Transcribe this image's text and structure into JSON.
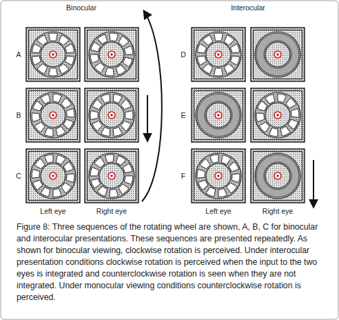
{
  "diagram": {
    "caption": "Figure 8: Three sequences of the rotating wheel are shown, A, B, C for binocular and interocular presentations. These sequences are presented repeatedly. As shown for binocular viewing, clockwise rotation is perceived. Under interocular presentation conditions clockwise rotation is perceived when the input to the two eyes is integrated and counterclockwise rotation is seen when they are not integrated. Under monocular viewing conditions counterclockwise rotation is perceived.",
    "labels": [
      "Binocular",
      "Interocular",
      "A",
      "D",
      "B",
      "E",
      "C",
      "F",
      "Left eye",
      "Right eye",
      "Left eye",
      "Right eye"
    ]
  }
}
